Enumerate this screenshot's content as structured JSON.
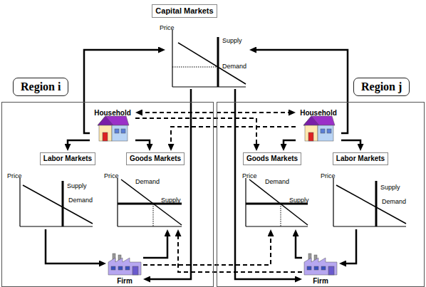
{
  "diagram": {
    "nodes": [
      {
        "text": [
          "Capital Markets"
        ]
      },
      {
        "text": [
          "Region i"
        ]
      },
      {
        "text": [
          "Household"
        ],
        "in": 1
      },
      {
        "text": [
          "Labor Markets"
        ],
        "in": 1
      },
      {
        "text": [
          "Goods Markets"
        ],
        "in": 1
      },
      {
        "text": [
          "Firm"
        ],
        "in": 1
      },
      {
        "text": [
          "Region j"
        ]
      },
      {
        "text": [
          "Household"
        ],
        "in": 6
      },
      {
        "text": [
          "Goods Markets"
        ],
        "in": 6
      },
      {
        "text": [
          "Labor Markets"
        ],
        "in": 6
      },
      {
        "text": [
          "Firm"
        ],
        "in": 6
      }
    ],
    "edges": [
      {
        "from": 2,
        "to": 0,
        "arrow": "to"
      },
      {
        "from": 7,
        "to": 0,
        "arrow": "to"
      },
      {
        "from": 0,
        "to": 5,
        "arrow": "to"
      },
      {
        "from": 0,
        "to": 10,
        "arrow": "to"
      },
      {
        "from": 2,
        "to": 3,
        "arrow": "to"
      },
      {
        "from": 3,
        "to": 5,
        "arrow": "to"
      },
      {
        "from": 7,
        "to": 9,
        "arrow": "to"
      },
      {
        "from": 9,
        "to": 10,
        "arrow": "to"
      },
      {
        "from": 2,
        "to": 4,
        "arrow": "to"
      },
      {
        "from": 7,
        "to": 8,
        "arrow": "to"
      },
      {
        "from": 5,
        "to": 4,
        "arrow": "to"
      },
      {
        "from": 10,
        "to": 8,
        "arrow": "to"
      },
      {
        "from": 2,
        "to": 7,
        "arrow": "both"
      },
      {
        "from": 2,
        "to": 8,
        "arrow": "to"
      },
      {
        "from": 7,
        "to": 4,
        "arrow": "to"
      },
      {
        "from": 5,
        "to": 8,
        "arrow": "to"
      },
      {
        "from": 10,
        "to": 4,
        "arrow": "to"
      }
    ],
    "labels": [
      "Price",
      "Supply",
      "Demand",
      "Price",
      "Supply",
      "Demand",
      "Price",
      "Demand",
      "Supply",
      "Price",
      "Demand",
      "Supply",
      "Price",
      "Supply",
      "Demand"
    ]
  }
}
